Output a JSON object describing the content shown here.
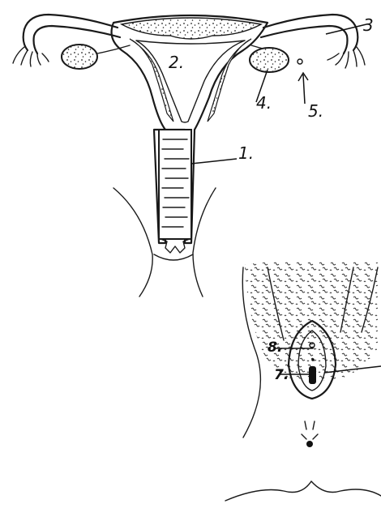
{
  "labels": {
    "l1": "1.",
    "l2": "2.",
    "l3": "3",
    "l4": "4.",
    "l5": "5.",
    "l7": "7.",
    "l8": "8."
  },
  "colors": {
    "ink": "#1a1a1a",
    "paper": "#ffffff"
  }
}
